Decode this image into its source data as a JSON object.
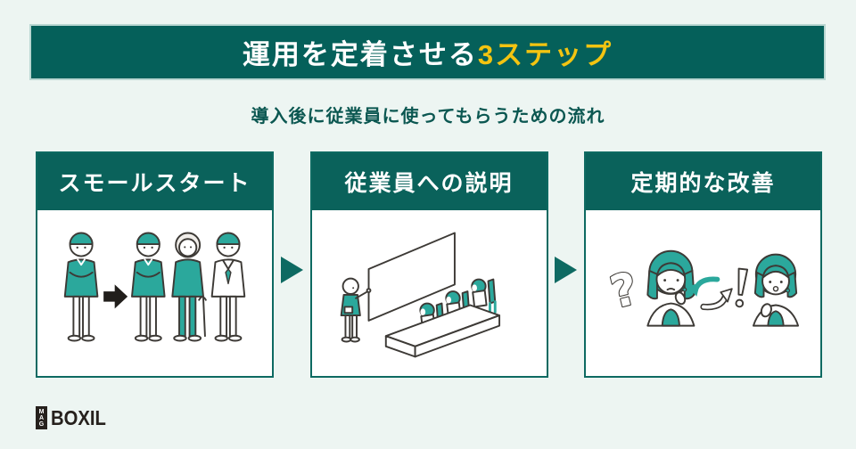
{
  "banner": {
    "title_main": "運用を定着させる",
    "title_highlight": "3ステップ"
  },
  "subtitle": "導入後に従業員に使ってもらうための流れ",
  "steps": [
    {
      "label": "スモールスタート"
    },
    {
      "label": "従業員への説明"
    },
    {
      "label": "定期的な改善"
    }
  ],
  "illustration_glyphs": {
    "question_mark": "?",
    "exclamation_mark": "!"
  },
  "logo": {
    "badge": "MAG",
    "text": "BOXIL"
  },
  "colors": {
    "background": "#edf5f2",
    "banner_bg": "#05605a",
    "banner_border": "#b9d6d1",
    "title_highlight": "#f3c411",
    "subtitle_text": "#0b5751",
    "box_teal": "#0a625b",
    "box_border": "#0e6a62",
    "arrow": "#0e6a62",
    "illustration_teal": "#2ba89c",
    "illustration_outline": "#3d3a36",
    "black_arrow": "#211e1b",
    "logo_black": "#26211d"
  }
}
